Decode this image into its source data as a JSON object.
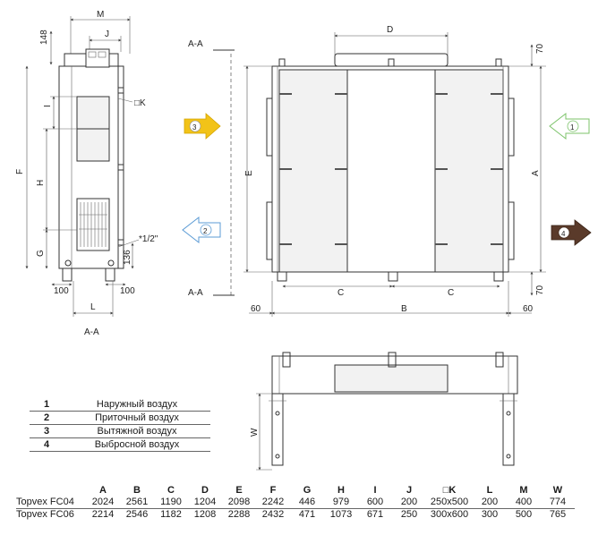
{
  "view_labels": {
    "section_top_left": "A-A",
    "section_bottom_left": "A-A",
    "side_caption": "A-A"
  },
  "dimension_labels": {
    "M": "M",
    "J": "J",
    "K": "□K",
    "F": "F",
    "H": "H",
    "I": "I",
    "G": "G",
    "L": "L",
    "D": "D",
    "E": "E",
    "A": "A",
    "B": "B",
    "C_left": "C",
    "C_right": "C",
    "W": "W",
    "v148": "148",
    "v100_left": "100",
    "v100_right": "100",
    "v136": "136",
    "v70_top": "70",
    "v70_bottom": "70",
    "v60_left": "60",
    "v60_right": "60",
    "pipe": "*1/2\""
  },
  "flow_markers": [
    {
      "number": "1",
      "color": "#7cc36a"
    },
    {
      "number": "2",
      "color": "#5b9bd5"
    },
    {
      "number": "3",
      "color": "#f2c318"
    },
    {
      "number": "4",
      "color": "#5a3a2a"
    }
  ],
  "legend": [
    {
      "number": "1",
      "label": "Наружный воздух"
    },
    {
      "number": "2",
      "label": "Приточный воздух"
    },
    {
      "number": "3",
      "label": "Вытяжной воздух"
    },
    {
      "number": "4",
      "label": "Выбросной воздух"
    }
  ],
  "dimension_table": {
    "headers": [
      "",
      "A",
      "B",
      "C",
      "D",
      "E",
      "F",
      "G",
      "H",
      "I",
      "J",
      "□K",
      "L",
      "M",
      "W"
    ],
    "rows": [
      [
        "Topvex FC04",
        "2024",
        "2561",
        "1190",
        "1204",
        "2098",
        "2242",
        "446",
        "979",
        "600",
        "200",
        "250x500",
        "200",
        "400",
        "774"
      ],
      [
        "Topvex FC06",
        "2214",
        "2546",
        "1182",
        "1208",
        "2288",
        "2432",
        "471",
        "1073",
        "671",
        "250",
        "300x600",
        "300",
        "500",
        "765"
      ]
    ]
  }
}
